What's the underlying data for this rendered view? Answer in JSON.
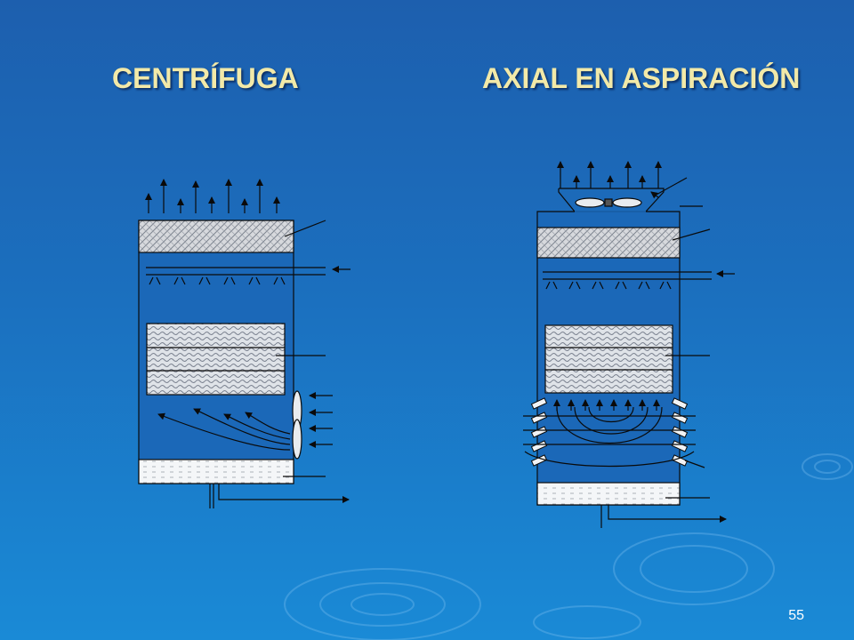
{
  "slide": {
    "title_left": "CENTRÍFUGA",
    "title_right": "AXIAL EN ASPIRACIÓN",
    "page_number": "55"
  },
  "colors": {
    "background_top": "#1d5fae",
    "background_bottom": "#1a8ad6",
    "title": "#f2e9a8",
    "tower_fill": "#1b68b8",
    "line": "#0a0a0a"
  }
}
